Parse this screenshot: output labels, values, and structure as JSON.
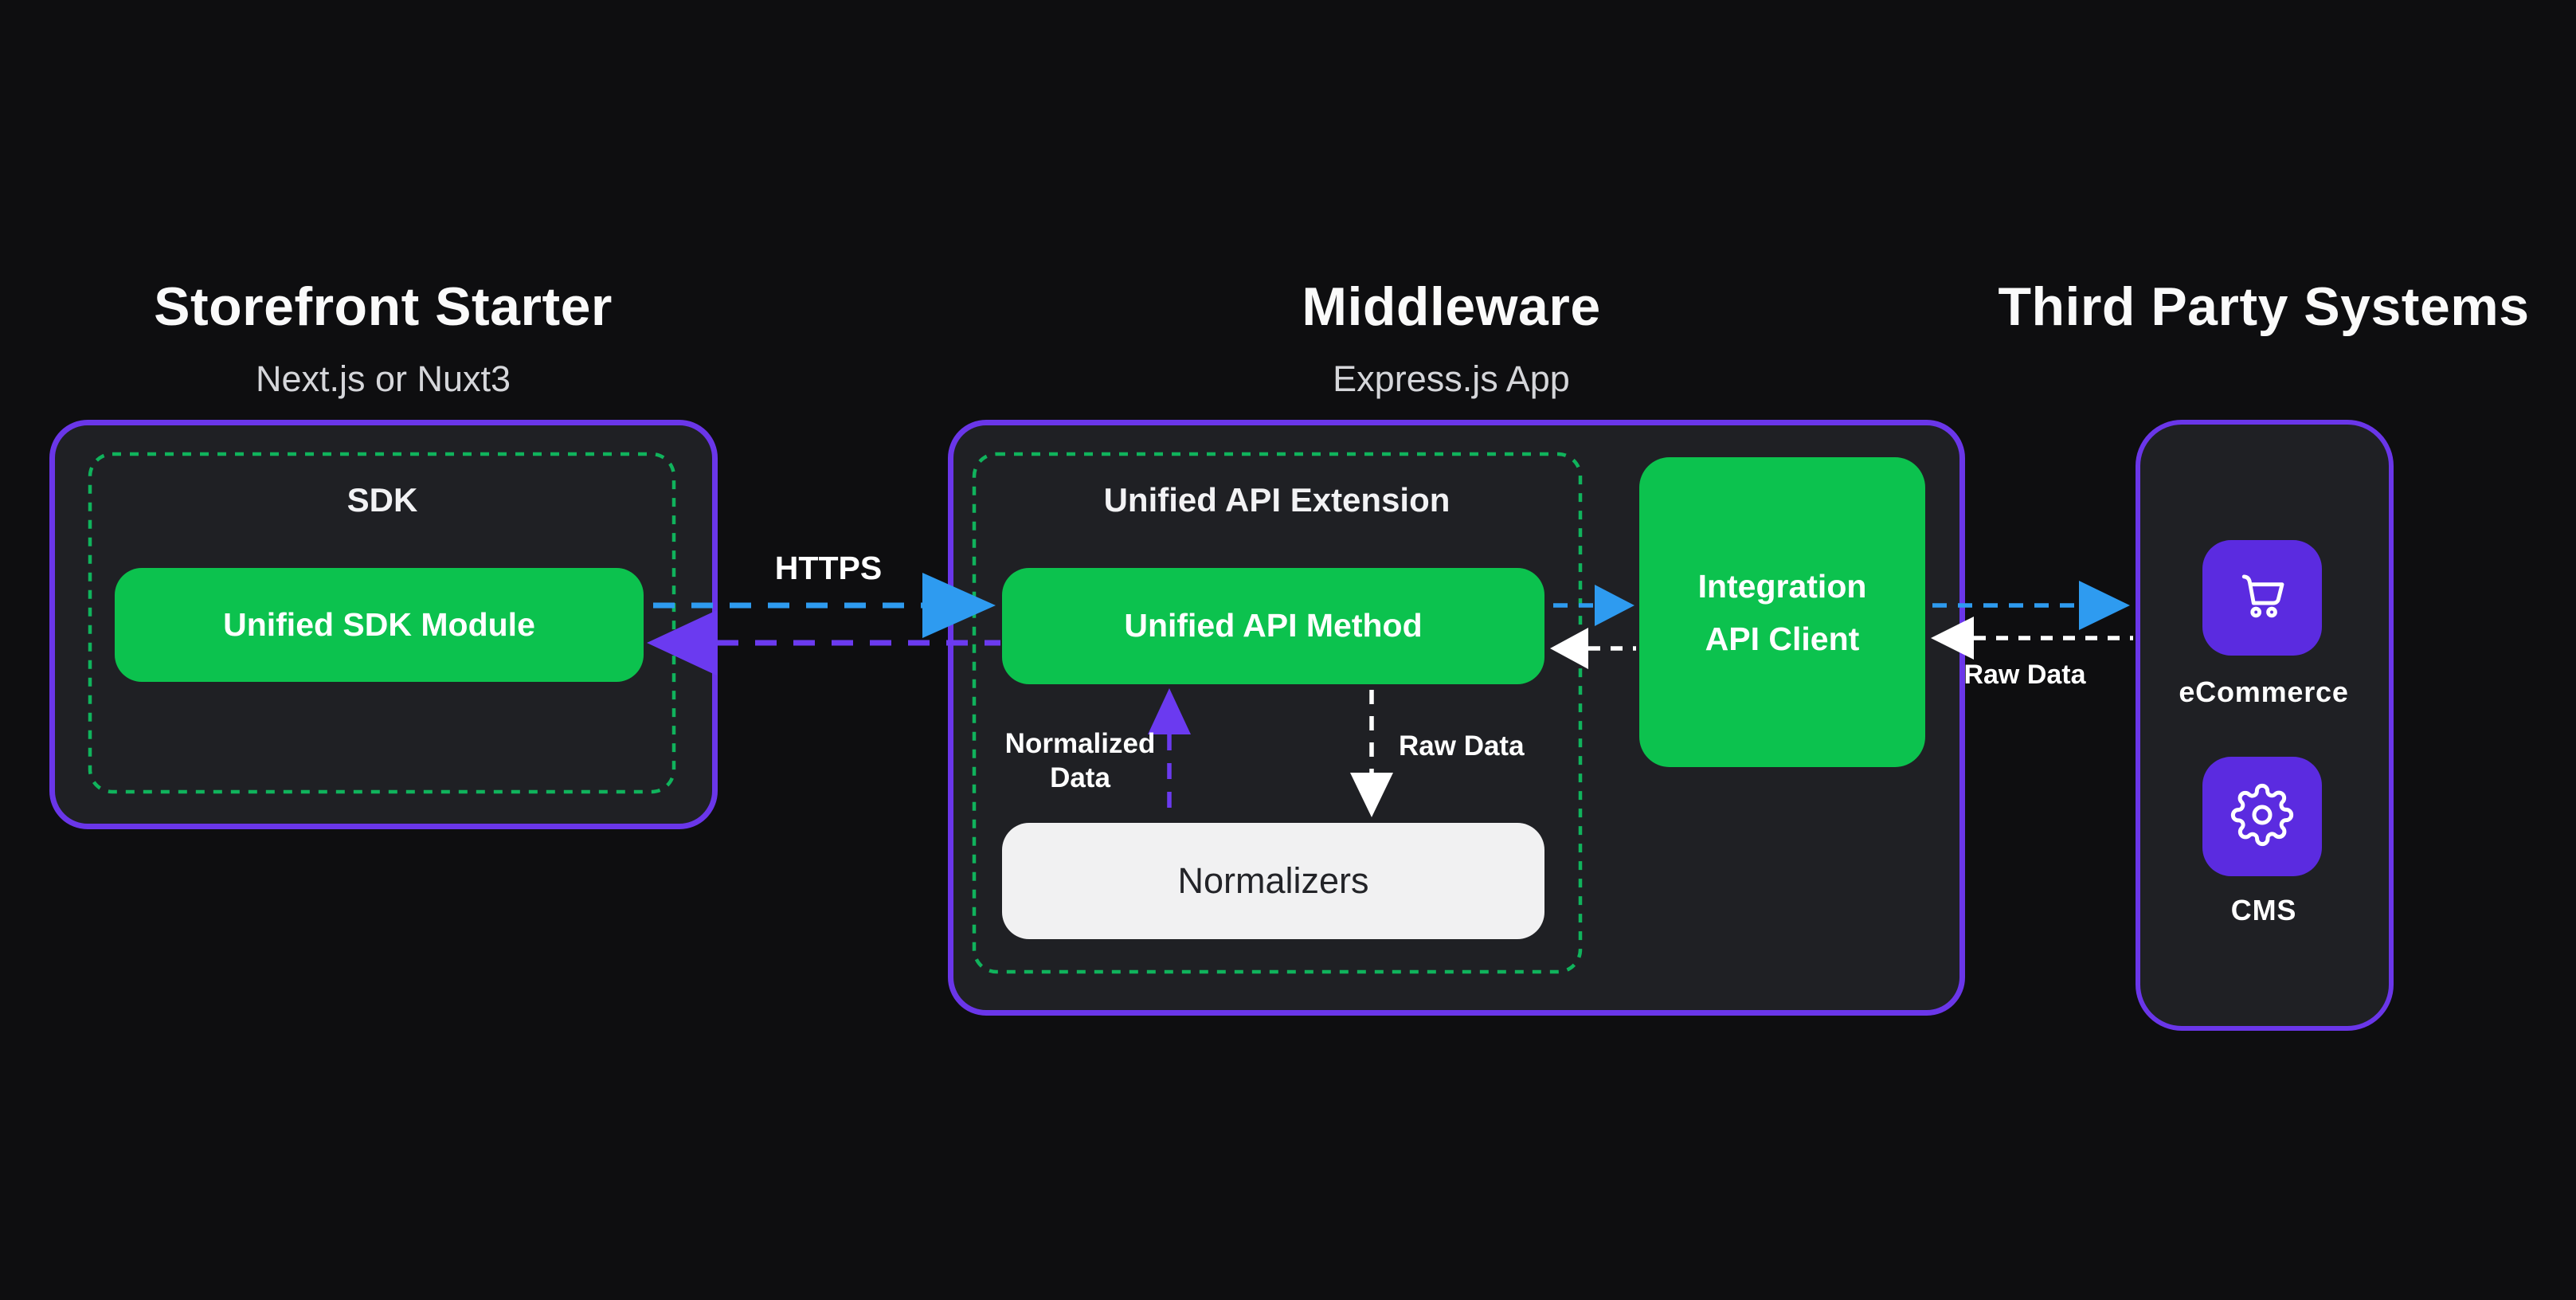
{
  "diagram": {
    "storefront": {
      "title": "Storefront Starter",
      "subtitle": "Next.js or Nuxt3",
      "sdk_label": "SDK",
      "module_label": "Unified SDK Module"
    },
    "middleware": {
      "title": "Middleware",
      "subtitle": "Express.js App",
      "extension_label": "Unified API Extension",
      "method_label": "Unified API Method",
      "normalizers_label": "Normalizers",
      "integration_client": {
        "line1": "Integration",
        "line2": "API Client"
      }
    },
    "third_party": {
      "title": "Third Party Systems",
      "systems": [
        {
          "icon": "cart-icon",
          "label": "eCommerce"
        },
        {
          "icon": "gear-icon",
          "label": "CMS"
        }
      ]
    },
    "arrow_labels": {
      "https": "HTTPS",
      "normalized_line1": "Normalized",
      "normalized_line2": "Data",
      "raw_data_inner": "Raw Data",
      "raw_data_outer": "Raw Data"
    },
    "colors": {
      "background": "#0E0E10",
      "panel_fill": "#1F2024",
      "panel_border_purple": "#6A36E9",
      "green": "#0CC24E",
      "green_dotted_border": "#10B35C",
      "blue_arrow": "#2E9BF0",
      "purple_arrow": "#6B3AF0",
      "white_arrow": "#FFFFFF",
      "normalizers_fill": "#F1F1F2",
      "icon_tile_purple": "#5B2BE0"
    }
  }
}
